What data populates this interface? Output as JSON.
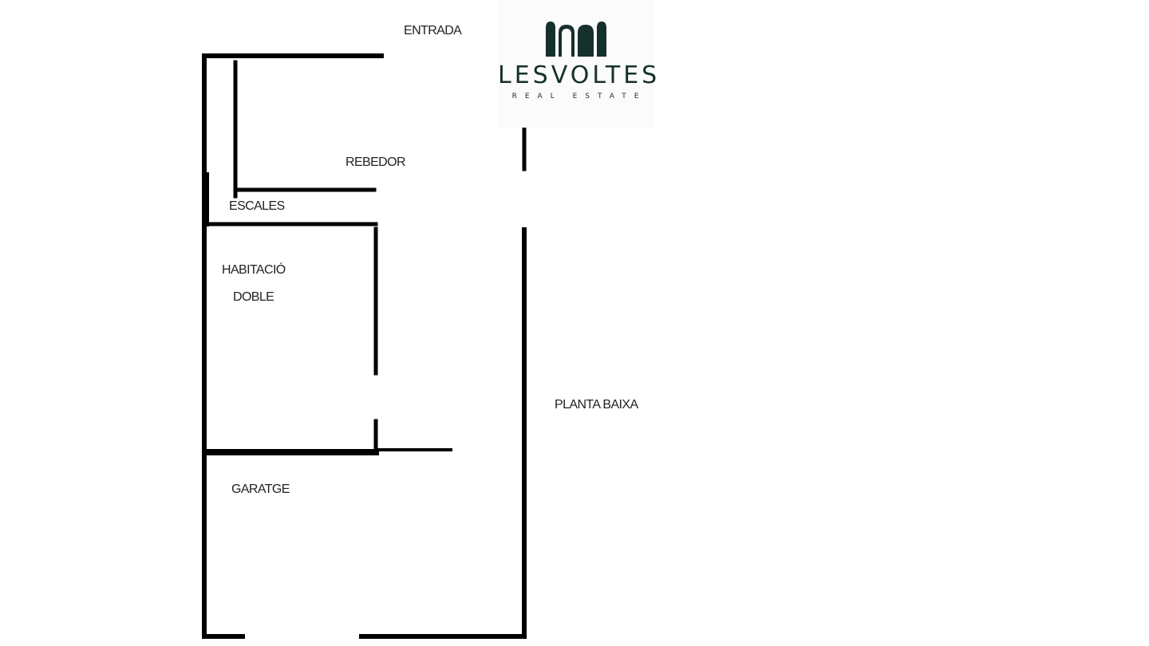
{
  "plan": {
    "labels": {
      "entrada": "ENTRADA",
      "rebedor": "REBEDOR",
      "escales": "ESCALES",
      "habitacio_line1": "HABITACIÓ",
      "habitacio_line2": "DOBLE",
      "garatge": "GARATGE",
      "planta": "PLANTA BAIXA"
    },
    "wall_color": "#000000"
  },
  "logo": {
    "name": "LESVOLTES",
    "tagline": "REAL ESTATE",
    "color": "#16302c"
  }
}
